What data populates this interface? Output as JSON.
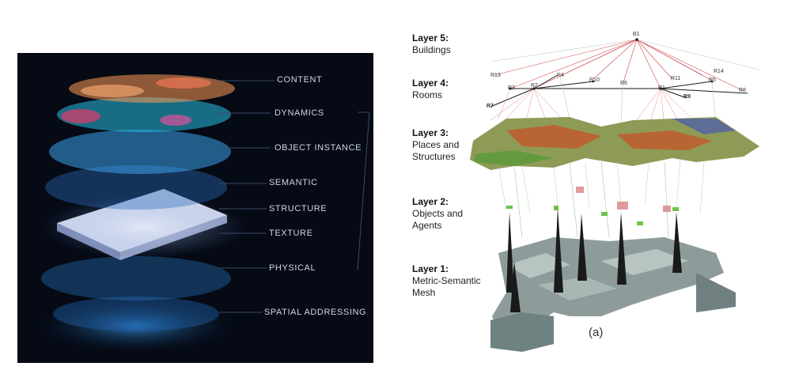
{
  "left_panel": {
    "labels": [
      "CONTENT",
      "DYNAMICS",
      "OBJECT INSTANCE",
      "SEMANTIC",
      "STRUCTURE",
      "TEXTURE",
      "PHYSICAL",
      "SPATIAL ADDRESSING"
    ]
  },
  "right_panel": {
    "layers": [
      {
        "title": "Layer 5:",
        "lines": [
          "Buildings"
        ]
      },
      {
        "title": "Layer 4:",
        "lines": [
          "Rooms"
        ]
      },
      {
        "title": "Layer 3:",
        "lines": [
          "Places and",
          "Structures"
        ]
      },
      {
        "title": "Layer 2:",
        "lines": [
          "Objects and",
          "Agents"
        ]
      },
      {
        "title": "Layer 1:",
        "lines": [
          "Metric-Semantic",
          "Mesh"
        ]
      }
    ],
    "building_node": "B1",
    "room_nodes": [
      "R13",
      "R4",
      "R10",
      "R6",
      "R11",
      "R14",
      "R5",
      "R3",
      "R2",
      "R1",
      "R9",
      "R8",
      "R7"
    ],
    "caption": "(a)"
  }
}
